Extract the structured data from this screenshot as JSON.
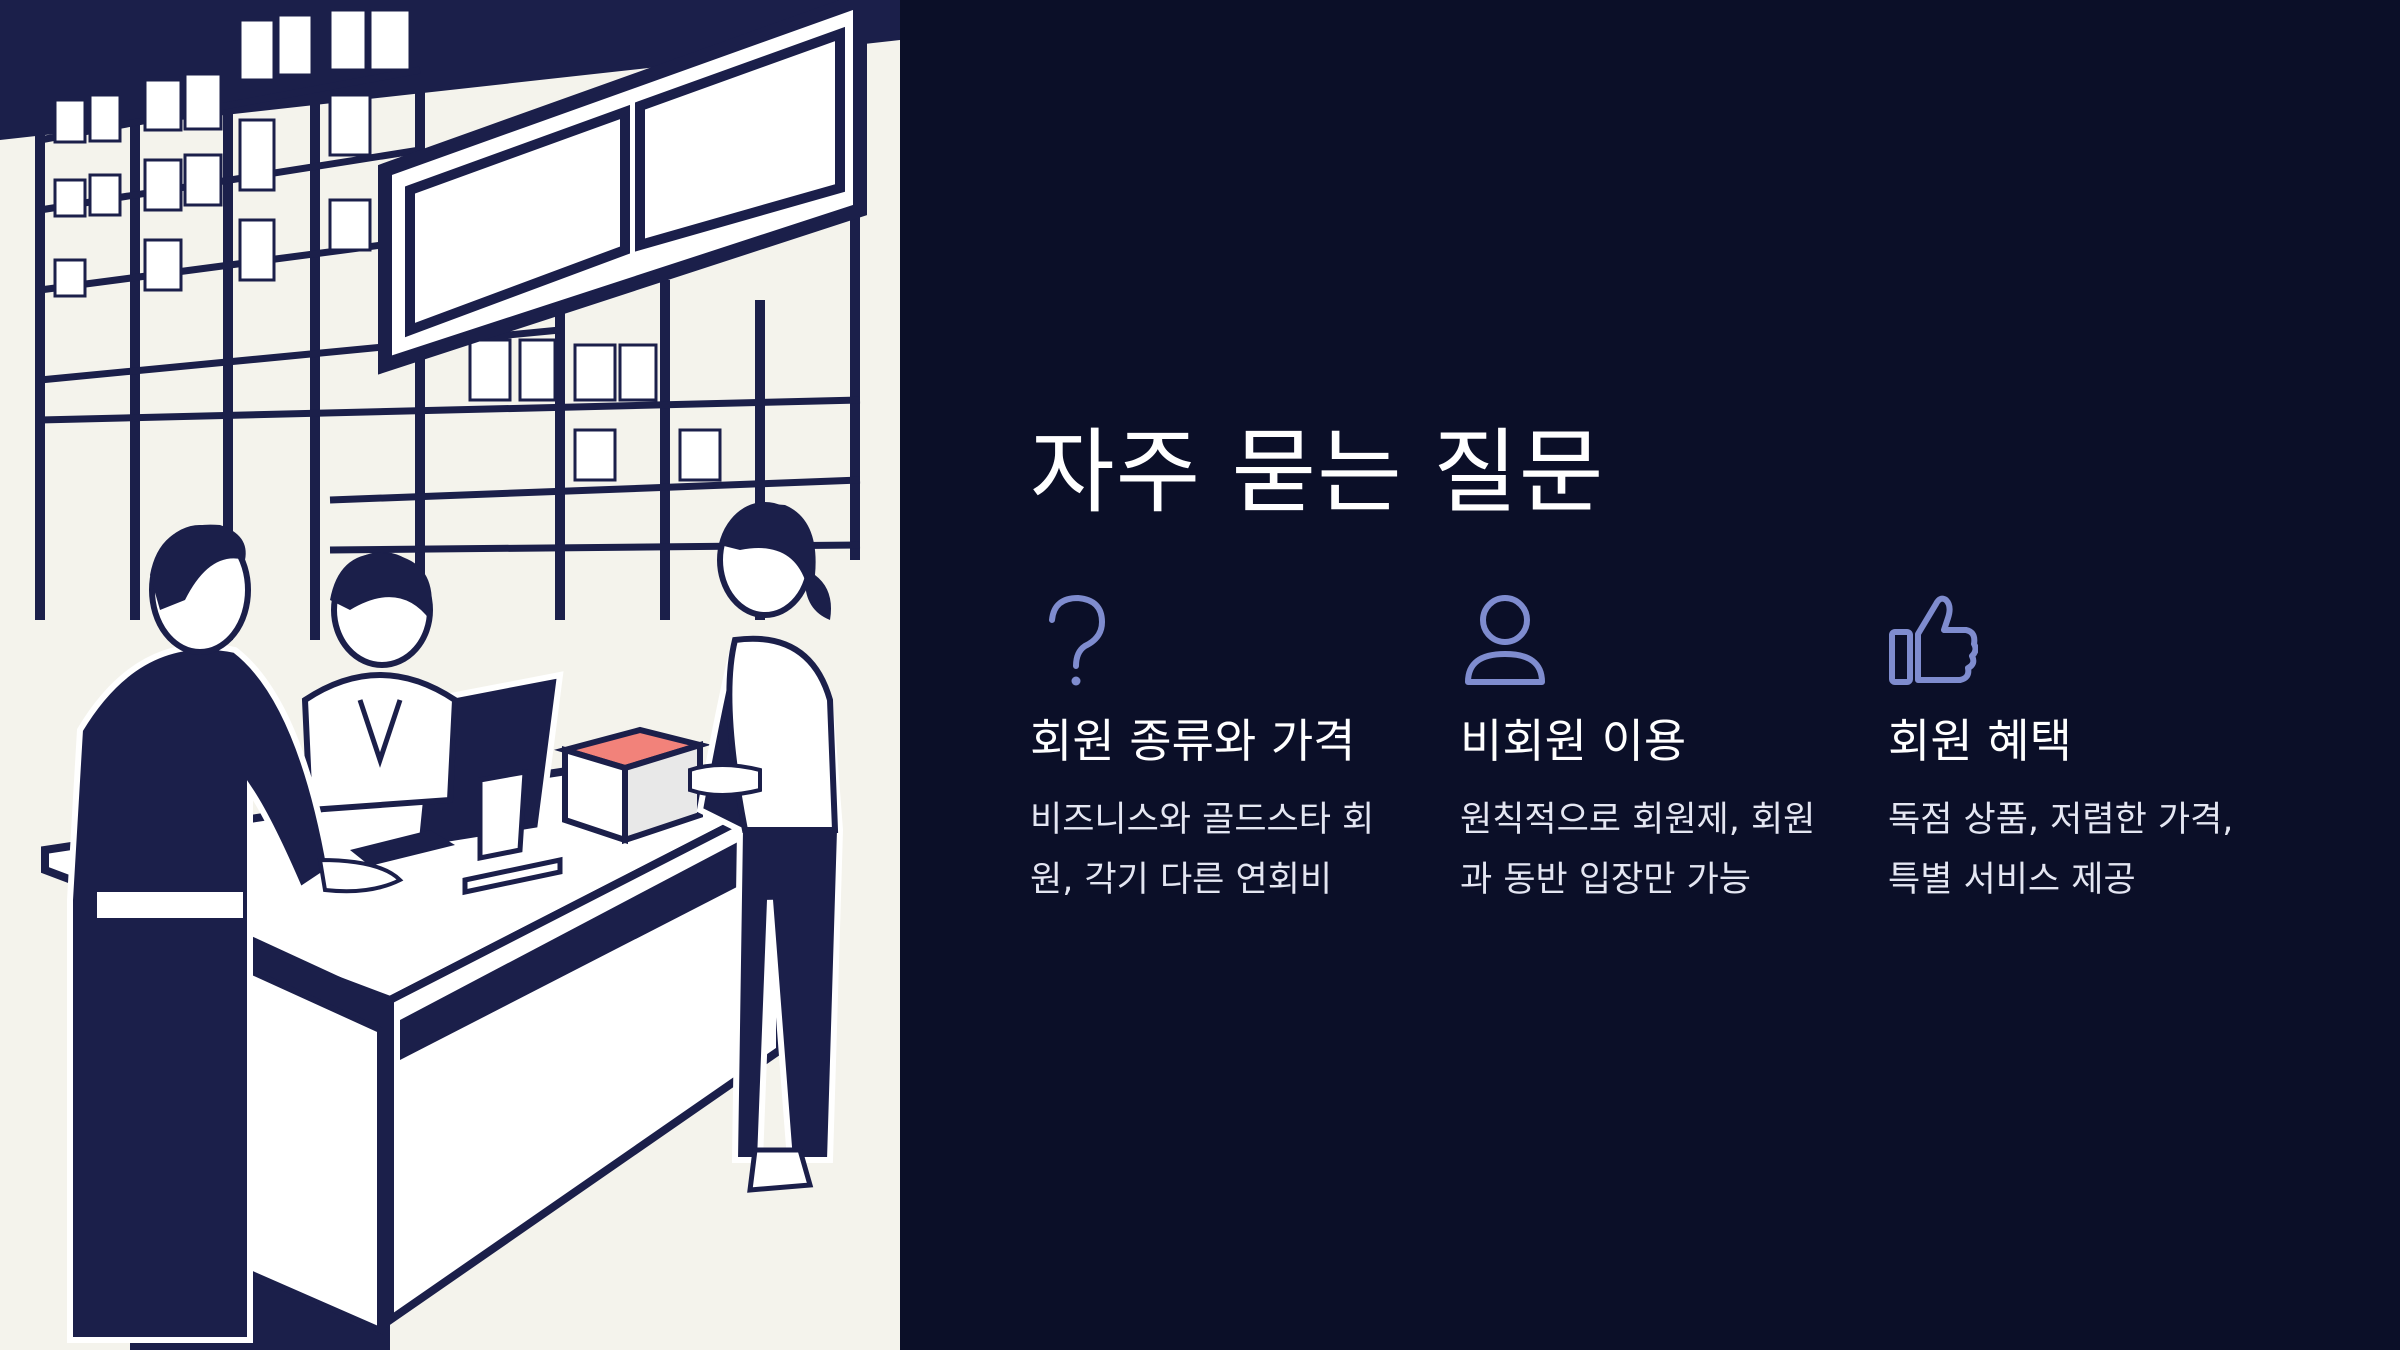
{
  "slide": {
    "title": "자주 묻는 질문",
    "accent_color": "#7f8ccf",
    "background_color": "#0b0f28",
    "illustration": "warehouse-store-checkout-counter-illustration",
    "items": [
      {
        "icon": "question-mark-icon",
        "heading": "회원 종류와 가격",
        "body": "비즈니스와 골드스타 회원, 각기 다른 연회비"
      },
      {
        "icon": "user-icon",
        "heading": "비회원 이용",
        "body": "원칙적으로 회원제, 회원과 동반 입장만 가능"
      },
      {
        "icon": "thumbs-up-icon",
        "heading": "회원 혜택",
        "body": "독점 상품, 저렴한 가격, 특별 서비스 제공"
      }
    ]
  }
}
